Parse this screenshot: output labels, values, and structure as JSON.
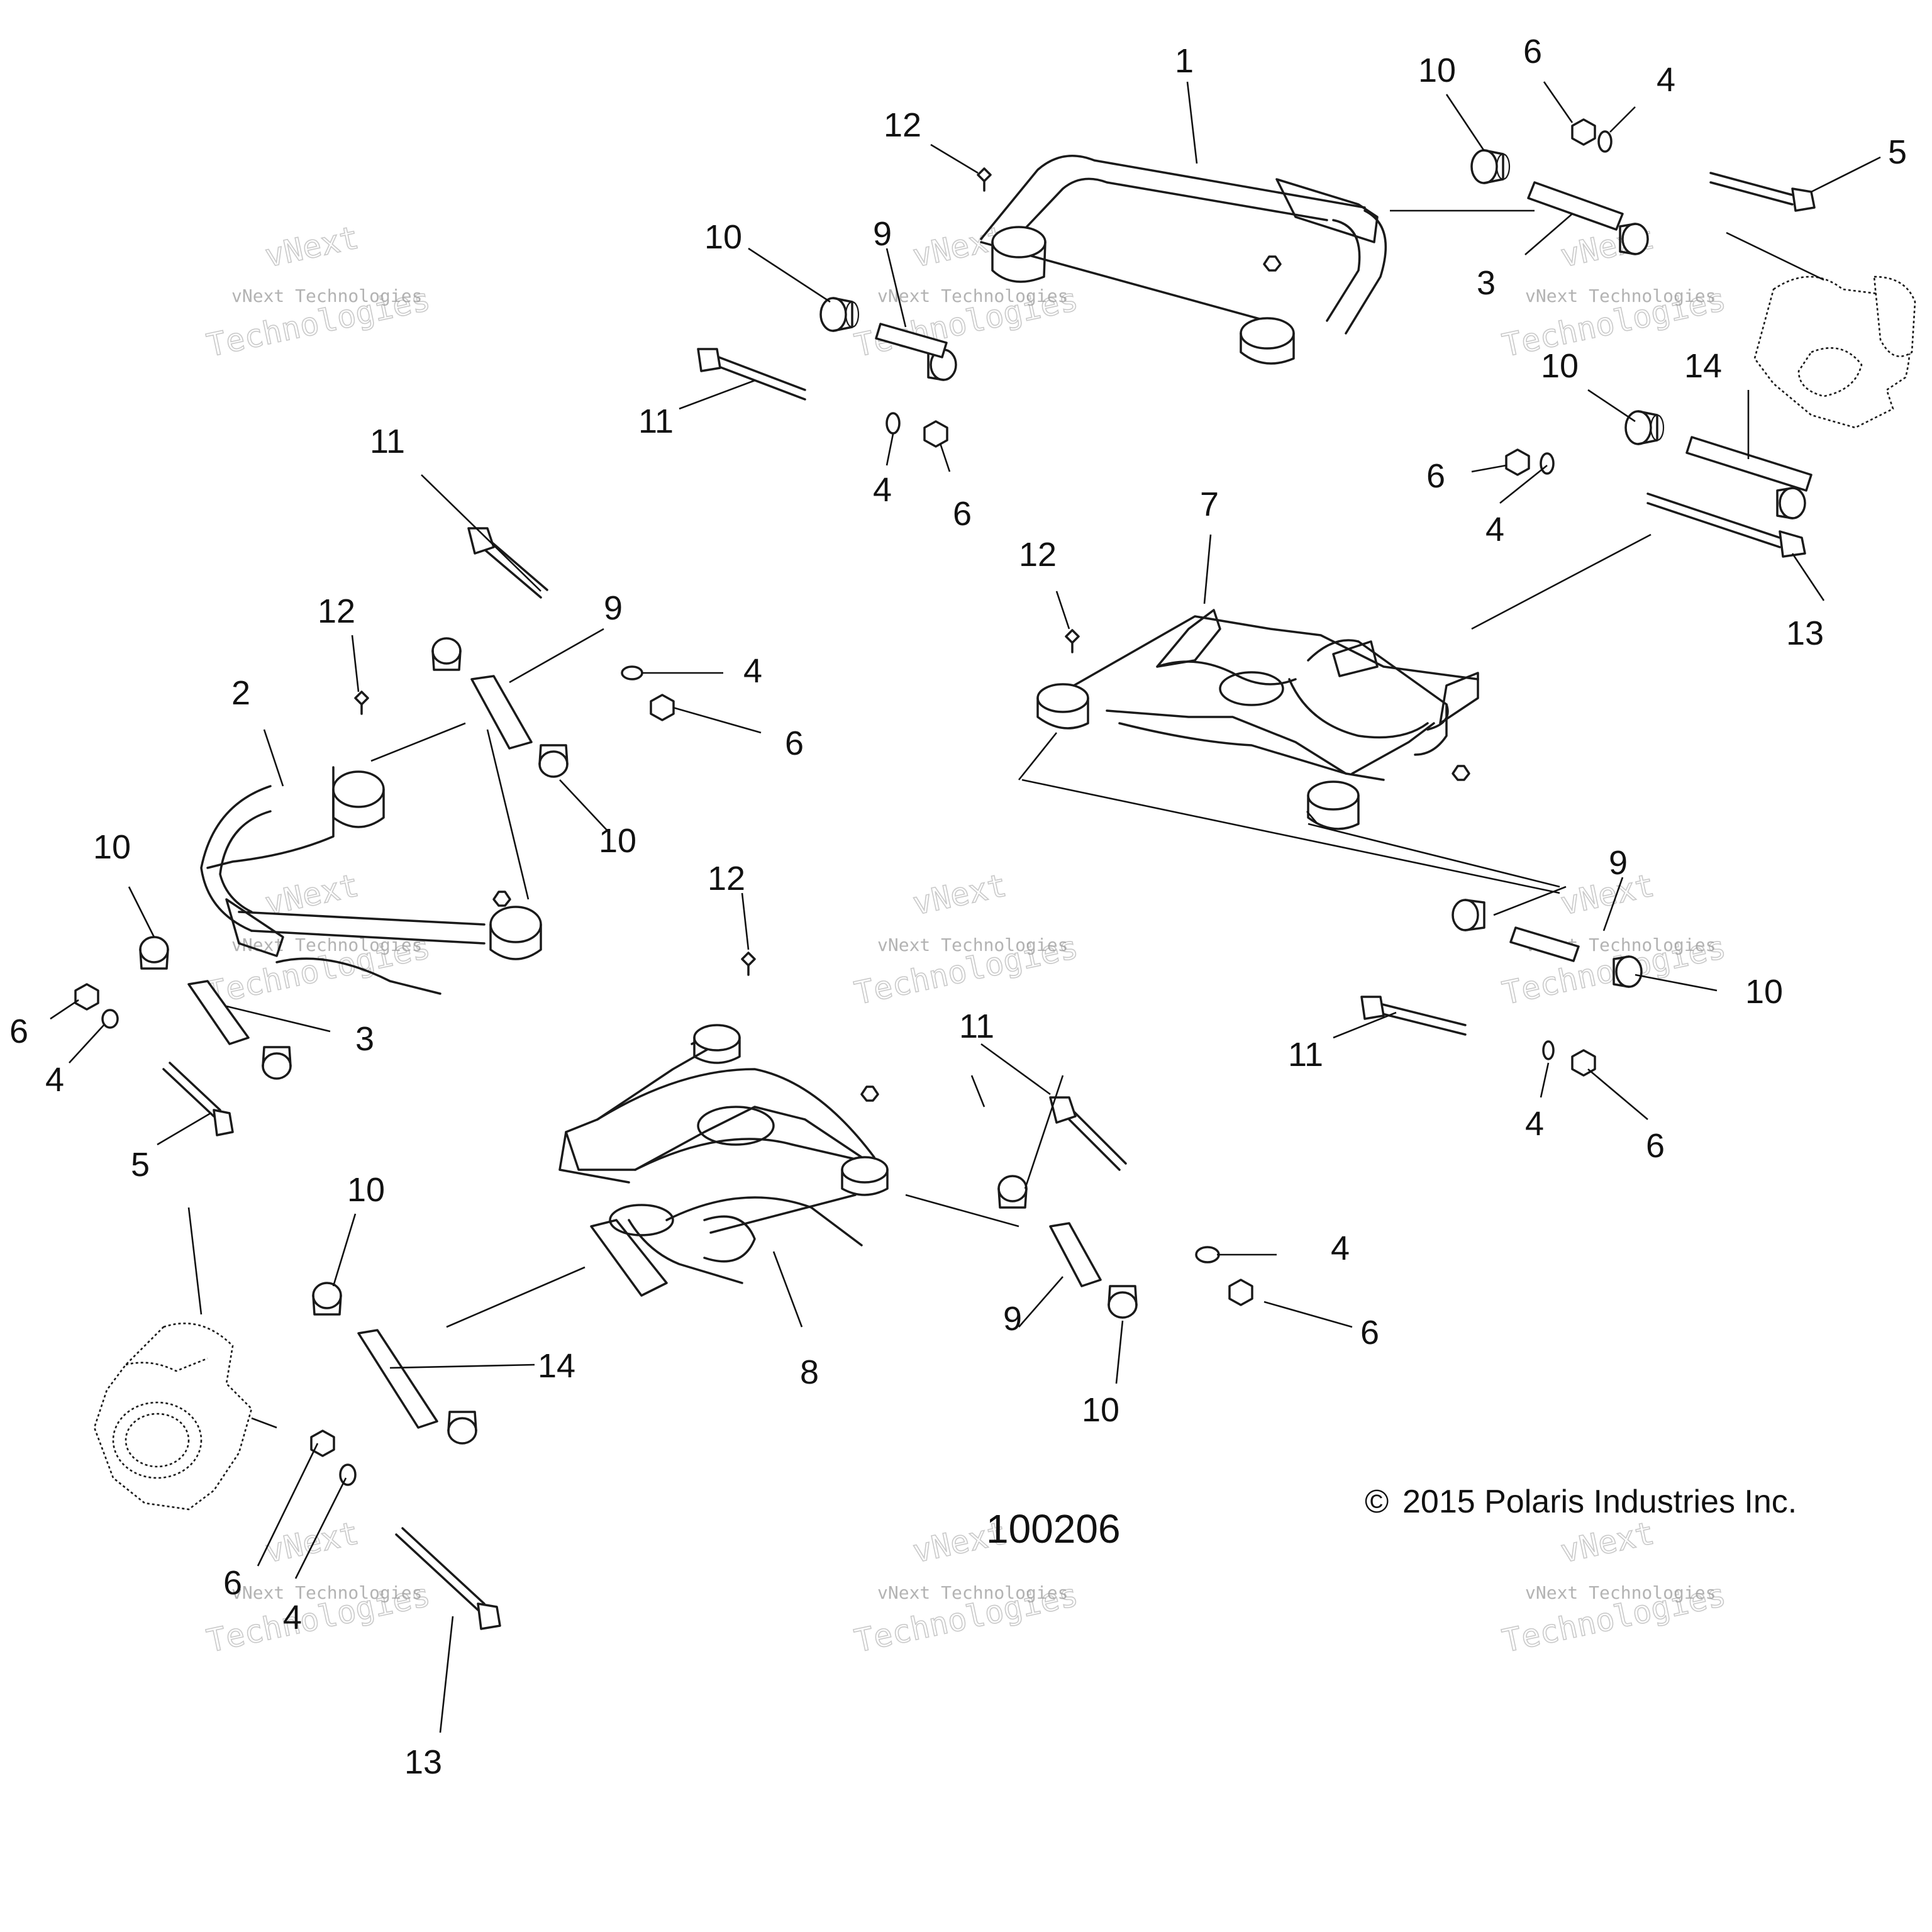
{
  "diagram_number": "100206",
  "copyright": "2015 Polaris Industries Inc.",
  "copyright_symbol": "©",
  "watermark": {
    "line1": "vNext Technologies",
    "line2": "vNext",
    "line3": "Technologies"
  },
  "callouts": {
    "c01": "1",
    "c02": "12",
    "c03": "10",
    "c04": "6",
    "c05": "4",
    "c06": "5",
    "c07": "10",
    "c08": "9",
    "c09": "3",
    "c10": "11",
    "c11": "4",
    "c12": "6",
    "c13": "10",
    "c14": "14",
    "c15": "6",
    "c16": "4",
    "c17": "11",
    "c18": "7",
    "c19": "12",
    "c20": "13",
    "c21": "12",
    "c22": "9",
    "c23": "2",
    "c24": "4",
    "c25": "6",
    "c26": "10",
    "c27": "10",
    "c28": "3",
    "c29": "6",
    "c30": "4",
    "c31": "5",
    "c32": "12",
    "c33": "9",
    "c34": "10",
    "c35": "11",
    "c36": "11",
    "c37": "4",
    "c38": "6",
    "c39": "10",
    "c40": "4",
    "c41": "6",
    "c42": "14",
    "c43": "8",
    "c44": "9",
    "c45": "10",
    "c46": "6",
    "c47": "4",
    "c48": "13"
  }
}
